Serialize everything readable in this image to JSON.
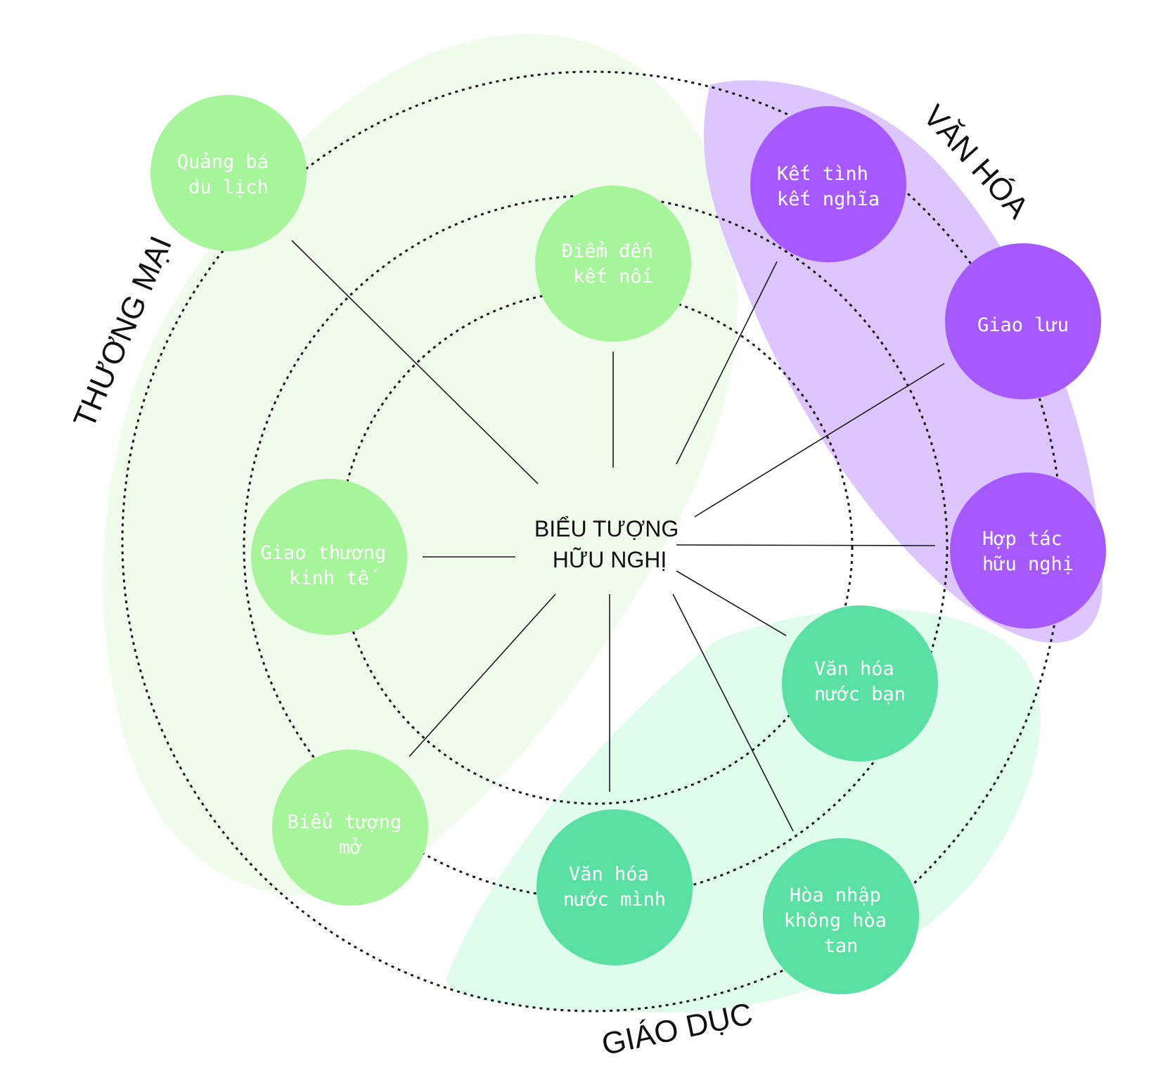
{
  "center": {
    "line1": "BIỂU TƯỢNG",
    "line2": "HỮU NGHỊ"
  },
  "groups": {
    "thuong_mai": "THƯƠNG MẠI",
    "van_hoa": "VĂN HÓA",
    "giao_duc": "GIÁO DỤC"
  },
  "nodes": {
    "quang_ba": {
      "line1": "Quảng bá",
      "line2": "du lịch"
    },
    "diem_den": {
      "line1": "Điểm đến",
      "line2": "kết nối"
    },
    "giao_thuong": {
      "line1": "Giao thương",
      "line2": "kinh tế"
    },
    "bieu_tuong_mo": {
      "line1": "Biểu tượng",
      "line2": "mở"
    },
    "ket_tinh": {
      "line1": "Kết tình",
      "line2": "kết nghĩa"
    },
    "giao_luu": {
      "line1": "Giao lưu"
    },
    "hop_tac": {
      "line1": "Hợp tác",
      "line2": "hữu nghị"
    },
    "vh_nuoc_ban": {
      "line1": "Văn hóa",
      "line2": "nước bạn"
    },
    "vh_nuoc_minh": {
      "line1": "Văn hóa",
      "line2": "nước mình"
    },
    "hoa_nhap": {
      "line1": "Hòa nhập",
      "line2": "không hòa",
      "line3": "tan"
    }
  },
  "colors": {
    "thuong_mai_node": "#a6f59b",
    "thuong_mai_region": "#f0fcec",
    "van_hoa_node": "#a659ff",
    "van_hoa_region": "#dcc6fd",
    "giao_duc_node": "#5ae0a2",
    "giao_duc_region": "#dffcec",
    "node_text": "#ffffff"
  }
}
